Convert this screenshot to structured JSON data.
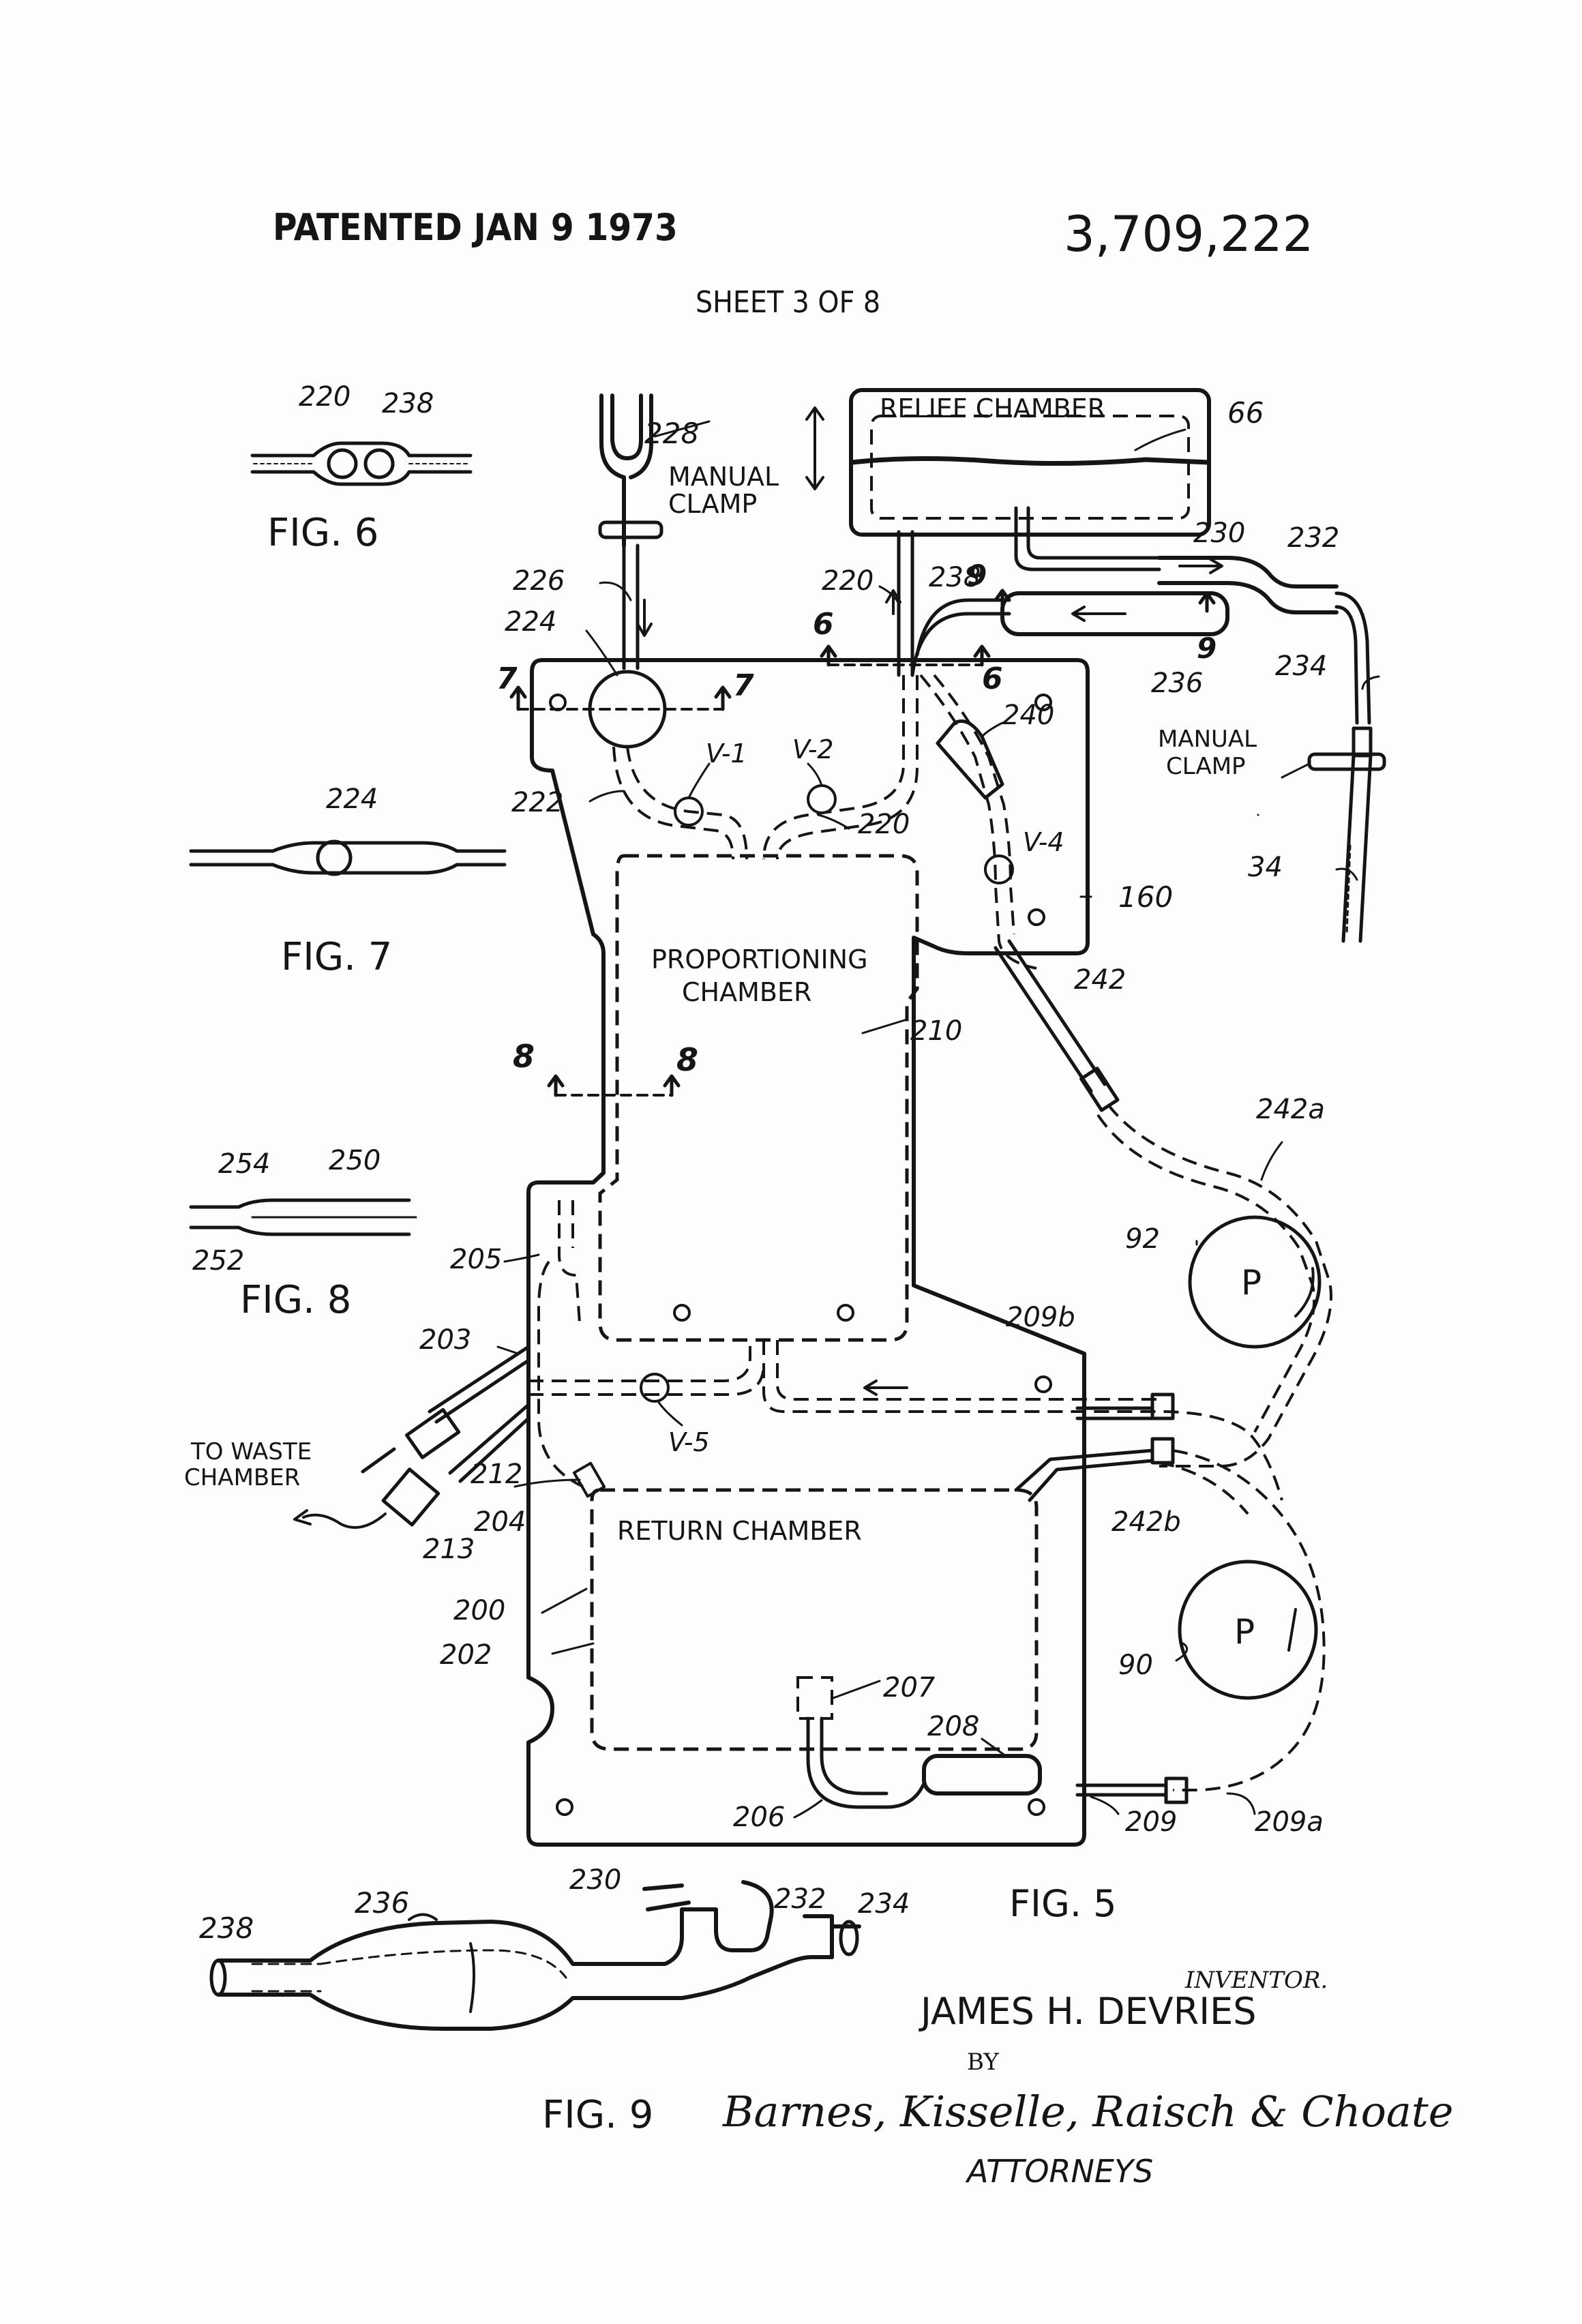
{
  "header": {
    "patented": "PATENTED JAN 9 1973",
    "patent_number": "3,709,222",
    "sheet": "SHEET 3 OF 8"
  },
  "figures": {
    "fig5": "FIG. 5",
    "fig6": "FIG. 6",
    "fig7": "FIG. 7",
    "fig8": "FIG. 8",
    "fig9": "FIG. 9"
  },
  "chambers": {
    "relief": "RELIEF CHAMBER",
    "proportioning_1": "PROPORTIONING",
    "proportioning_2": "CHAMBER",
    "return": "RETURN CHAMBER",
    "waste_1": "TO WASTE",
    "waste_2": "CHAMBER",
    "clamp_top_1": "MANUAL",
    "clamp_top_2": "CLAMP",
    "clamp_right_1": "MANUAL",
    "clamp_right_2": "CLAMP",
    "pump": "P"
  },
  "refs": {
    "r220a": "220",
    "r238a": "238",
    "r224a": "224",
    "r254": "254",
    "r250": "250",
    "r252": "252",
    "r228": "228",
    "r66": "66",
    "r230": "230",
    "r232": "232",
    "r226": "226",
    "r224b": "224",
    "r220b": "220",
    "r238b": "238",
    "r9a": "9",
    "r9b": "9",
    "r6a": "6",
    "r6b": "6",
    "r7a": "7",
    "r7b": "7",
    "r236": "236",
    "r234": "234",
    "r240": "240",
    "rv1": "V-1",
    "rv2": "V-2",
    "r222": "222",
    "r220c": "220",
    "rv4": "V-4",
    "r160": "160",
    "r34": "34",
    "r242": "242",
    "r210": "210",
    "r8a": "8",
    "r8b": "8",
    "r242a": "242a",
    "r92": "92",
    "r205": "205",
    "r209b": "209b",
    "r203": "203",
    "rv5": "V-5",
    "r212": "212",
    "r204": "204",
    "r213": "213",
    "r242b": "242b",
    "r200": "200",
    "r202": "202",
    "r90": "90",
    "r207": "207",
    "r208": "208",
    "r206": "206",
    "r209": "209",
    "r209a": "209a",
    "r238c": "238",
    "r236b": "236",
    "r230b": "230",
    "r232b": "232",
    "r234b": "234"
  },
  "signature": {
    "inventor_label": "INVENTOR.",
    "inventor_name": "JAMES H. DEVRIES",
    "by": "BY",
    "firm": "Barnes, Kisselle, Raisch & Choate",
    "attorneys": "ATTORNEYS"
  }
}
